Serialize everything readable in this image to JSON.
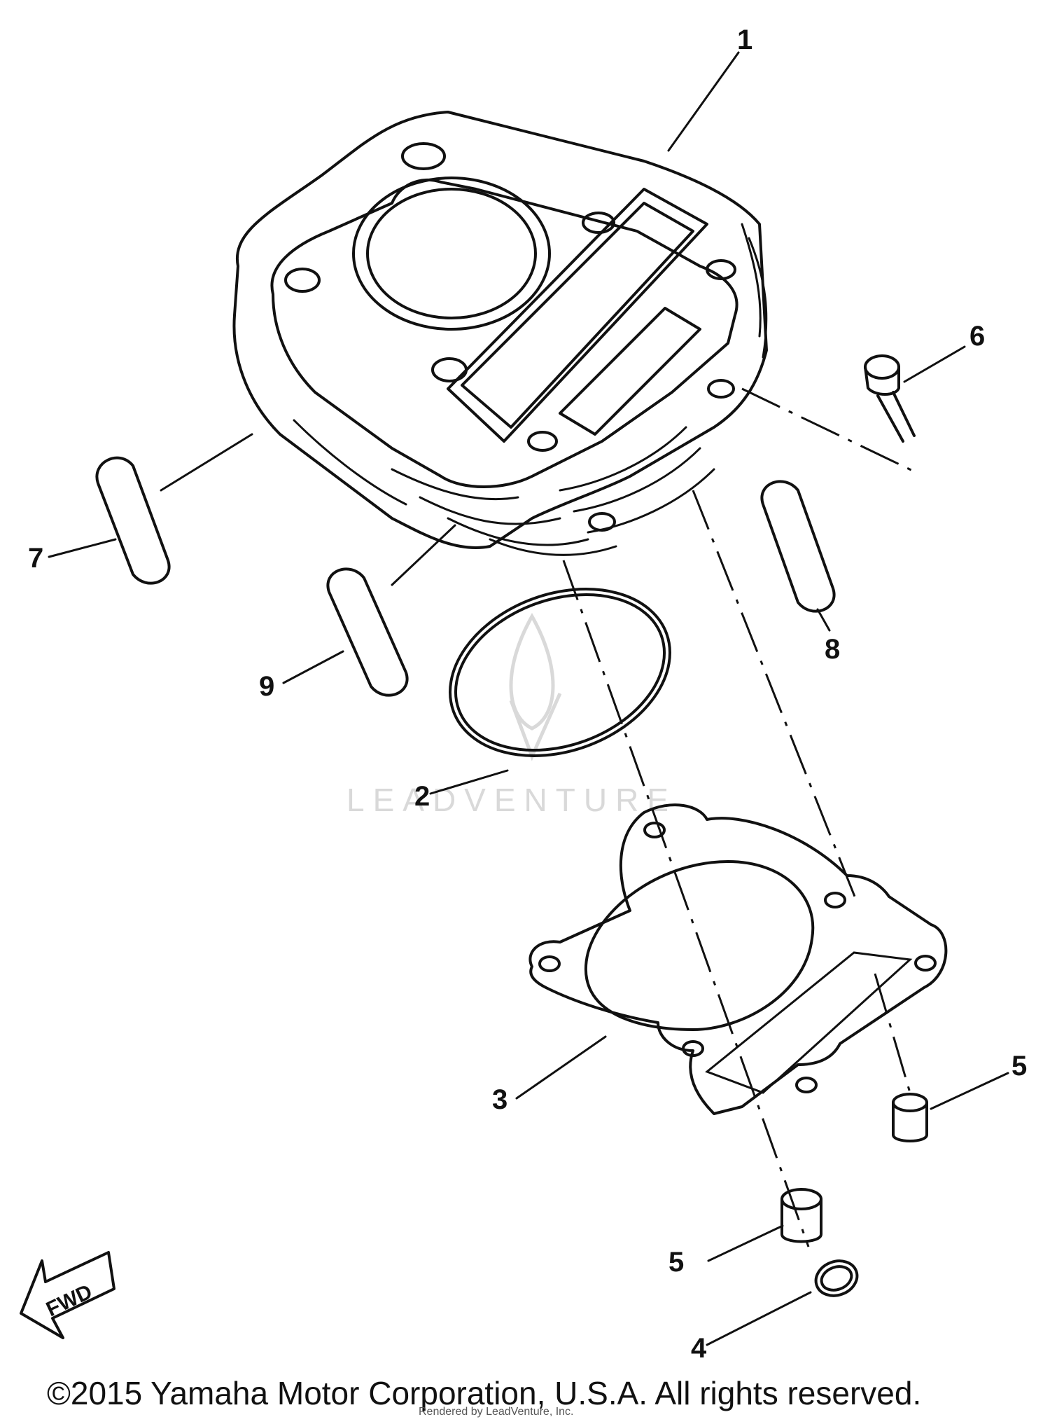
{
  "diagram": {
    "callouts": [
      "1",
      "2",
      "3",
      "4",
      "5",
      "5",
      "6",
      "7",
      "8",
      "9"
    ],
    "fwd_label": "FWD",
    "watermark": "LEADVENTURE",
    "copyright": "©2015 Yamaha Motor Corporation, U.S.A. All rights reserved.",
    "rendered_by": "Rendered by LeadVenture, Inc."
  },
  "colors": {
    "ink": "#111111",
    "watermark": "#d9d9d9",
    "background": "#ffffff"
  }
}
